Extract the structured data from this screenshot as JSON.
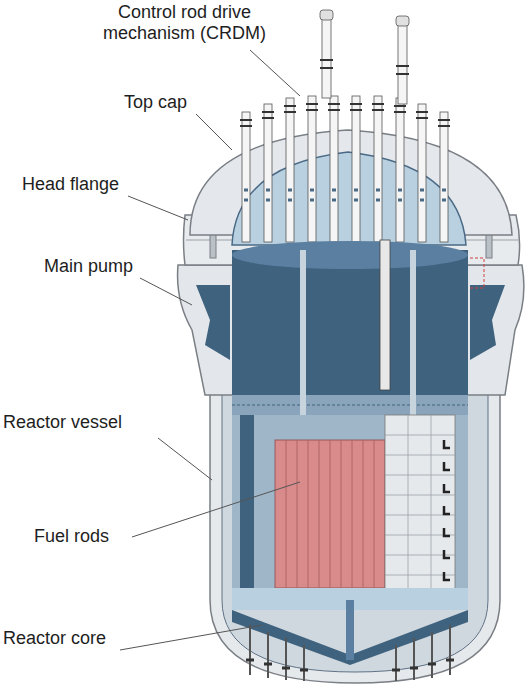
{
  "diagram": {
    "labels": [
      "Control rod drive mechanism (CRDM)",
      "Top cap",
      "Head flange",
      "Main pump",
      "Reactor vessel",
      "Fuel rods",
      "Reactor core"
    ]
  }
}
